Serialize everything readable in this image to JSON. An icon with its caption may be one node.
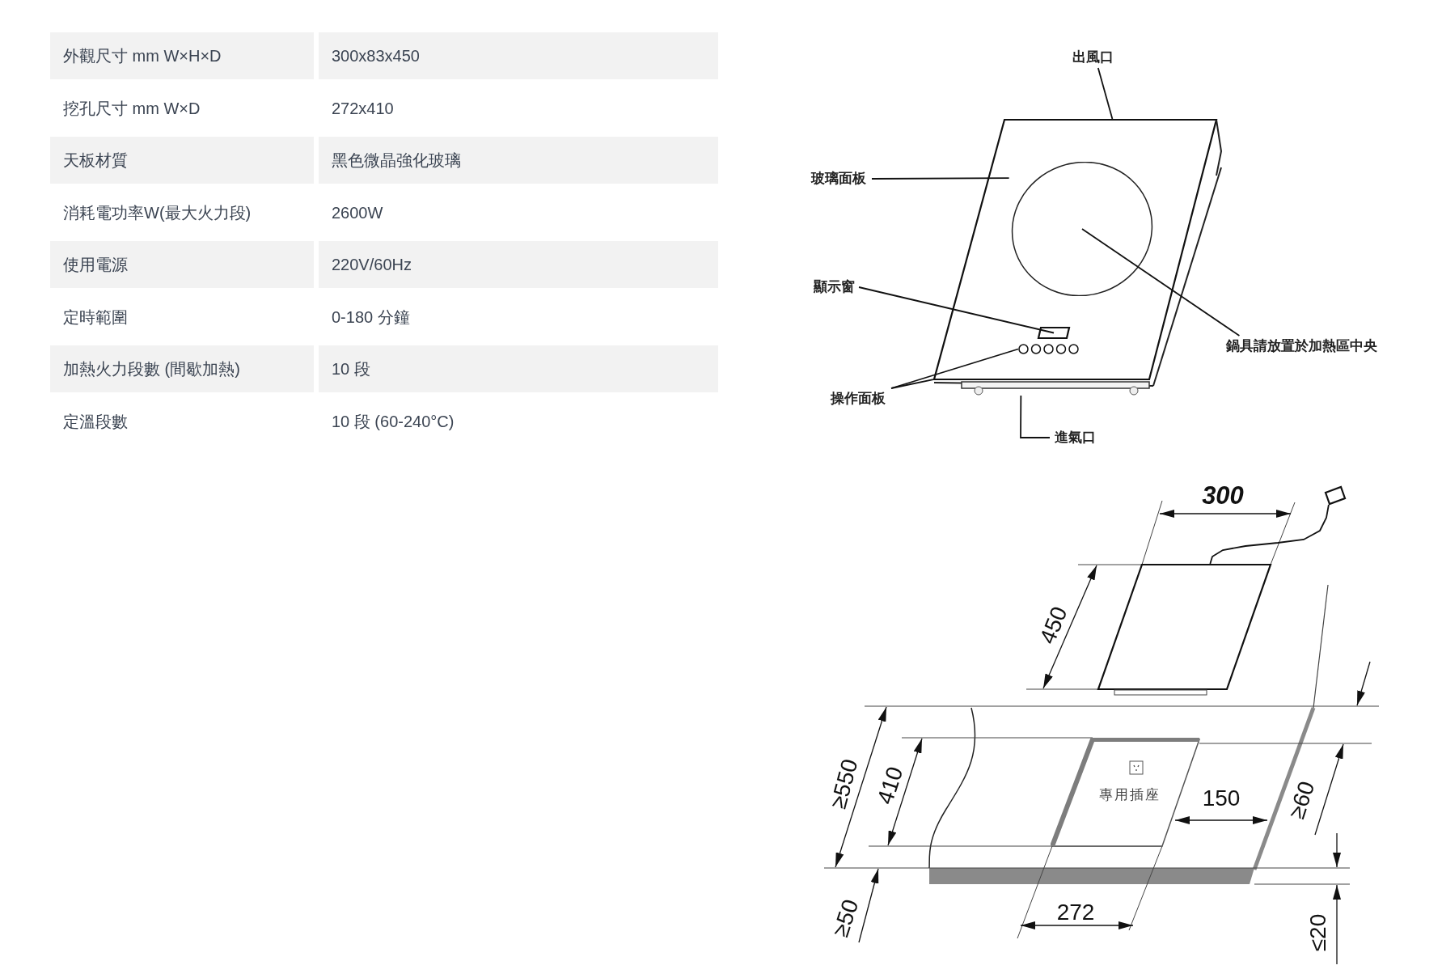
{
  "diagram": {
    "nodes": [
      {
        "text": [
          "出風口"
        ]
      },
      {
        "text": [
          "玻璃面板"
        ]
      },
      {
        "text": [
          "顯示窗"
        ]
      },
      {
        "text": [
          "鍋具請放置於加熱區中央"
        ]
      },
      {
        "text": [
          "操作面板"
        ]
      },
      {
        "text": [
          "進氣口"
        ]
      },
      {
        "text": [],
        "shape": "box"
      },
      {
        "text": [],
        "shape": "circle",
        "in": 6
      },
      {
        "text": [],
        "shape": "box",
        "in": 6
      },
      {
        "text": [],
        "shape": "circle",
        "in": 6
      },
      {
        "text": [],
        "shape": "bar"
      },
      {
        "text": [
          "專用插座"
        ]
      },
      {
        "text": [],
        "shape": "box"
      },
      {
        "text": [],
        "shape": "box"
      }
    ],
    "edges": [
      {
        "from": 0,
        "to": 6,
        "arrow": "none"
      },
      {
        "from": 1,
        "to": 6,
        "arrow": "none"
      },
      {
        "from": 2,
        "to": 8,
        "arrow": "none"
      },
      {
        "from": 3,
        "to": 7,
        "arrow": "none"
      },
      {
        "from": 4,
        "to": 9,
        "arrow": "none"
      },
      {
        "from": 4,
        "to": 6,
        "arrow": "none"
      },
      {
        "from": 5,
        "to": 10,
        "arrow": "none"
      },
      {
        "from": 12,
        "to": 13,
        "arrow": "none"
      }
    ],
    "labels": [
      "外觀尺寸 mm W×H×D",
      "300x83x450",
      "挖孔尺寸 mm W×D",
      "272x410",
      "天板材質",
      "黑色微晶強化玻璃",
      "消耗電功率W(最大火力段)",
      "2600W",
      "使用電源",
      "220V/60Hz",
      "定時範圍",
      "0-180 分鐘",
      "加熱火力段數 (間歇加熱)",
      "10 段",
      "定溫段數",
      "10 段 (60-240°C)",
      "300",
      "450",
      "≥550",
      "410",
      "150",
      "≥60",
      "≥50",
      "272",
      "≤20"
    ]
  }
}
